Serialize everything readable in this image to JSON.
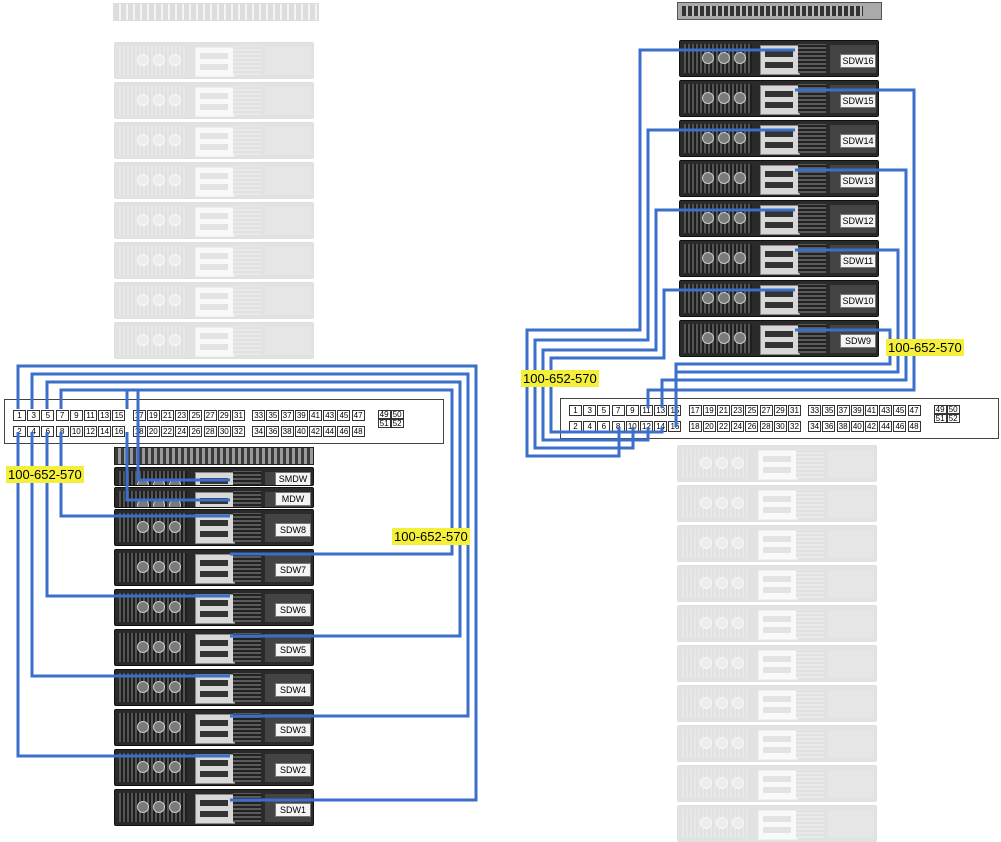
{
  "left_rack": {
    "servers": [
      "SMDW",
      "MDW",
      "SDW8",
      "SDW7",
      "SDW6",
      "SDW5",
      "SDW4",
      "SDW3",
      "SDW2",
      "SDW1"
    ]
  },
  "right_rack": {
    "servers": [
      "SDW16",
      "SDW15",
      "SDW14",
      "SDW13",
      "SDW12",
      "SDW11",
      "SDW10",
      "SDW9"
    ]
  },
  "left_panel": {
    "ports_odd": [
      "1",
      "3",
      "5",
      "7",
      "9",
      "11",
      "13",
      "15",
      "17",
      "19",
      "21",
      "23",
      "25",
      "27",
      "29",
      "31",
      "33",
      "35",
      "37",
      "39",
      "41",
      "43",
      "45",
      "47",
      "49",
      "51"
    ],
    "ports_even": [
      "2",
      "4",
      "6",
      "8",
      "10",
      "12",
      "14",
      "16",
      "18",
      "20",
      "22",
      "24",
      "26",
      "28",
      "30",
      "32",
      "34",
      "36",
      "38",
      "40",
      "42",
      "44",
      "46",
      "48",
      "50",
      "52"
    ]
  },
  "right_panel": {
    "ports_odd": [
      "1",
      "3",
      "5",
      "7",
      "9",
      "11",
      "13",
      "15",
      "17",
      "19",
      "21",
      "23",
      "25",
      "27",
      "29",
      "31",
      "33",
      "35",
      "37",
      "39",
      "41",
      "43",
      "45",
      "47",
      "49",
      "51"
    ],
    "ports_even": [
      "2",
      "4",
      "6",
      "8",
      "10",
      "12",
      "14",
      "16",
      "18",
      "20",
      "22",
      "24",
      "26",
      "28",
      "30",
      "32",
      "34",
      "36",
      "38",
      "40",
      "42",
      "44",
      "46",
      "48",
      "50",
      "52"
    ]
  },
  "cable_labels": {
    "left_a": "100-652-570",
    "left_b": "100-652-570",
    "right_a": "100-652-570",
    "right_b": "100-652-570"
  },
  "colors": {
    "cable": "#3b6fc9",
    "label_bg": "#f3ef3b",
    "chassis": "#2a2a2a"
  }
}
